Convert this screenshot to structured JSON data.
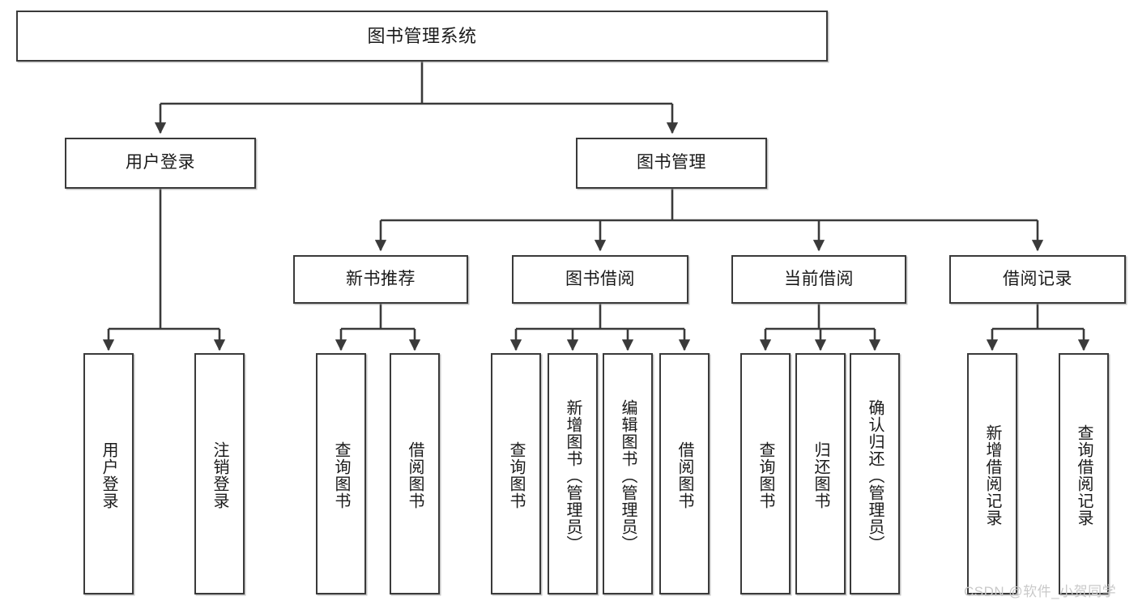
{
  "diagram": {
    "type": "tree",
    "title": "图书管理系统",
    "watermark": "CSDN @软件_小贺同学",
    "colors": {
      "stroke": "#3a3a3a",
      "fill": "#ffffff",
      "text": "#1a1a1a",
      "watermark": "#c9c9c9"
    },
    "nodes": {
      "root": {
        "label": "图书管理系统"
      },
      "level2": [
        {
          "id": "user-login",
          "label": "用户登录"
        },
        {
          "id": "book-manage",
          "label": "图书管理"
        }
      ],
      "level3": [
        {
          "id": "new-book-recommend",
          "label": "新书推荐"
        },
        {
          "id": "book-borrow",
          "label": "图书借阅"
        },
        {
          "id": "current-borrow",
          "label": "当前借阅"
        },
        {
          "id": "borrow-record",
          "label": "借阅记录"
        }
      ],
      "leaves": [
        {
          "id": "leaf-user-login",
          "label": "用户登录"
        },
        {
          "id": "leaf-logout-login",
          "label": "注销登录"
        },
        {
          "id": "leaf-query-book-1",
          "label": "查询图书"
        },
        {
          "id": "leaf-borrow-book-1",
          "label": "借阅图书"
        },
        {
          "id": "leaf-query-book-2",
          "label": "查询图书"
        },
        {
          "id": "leaf-add-book",
          "label": "新增图书（管理员）"
        },
        {
          "id": "leaf-edit-book",
          "label": "编辑图书（管理员）"
        },
        {
          "id": "leaf-borrow-book-2",
          "label": "借阅图书"
        },
        {
          "id": "leaf-query-book-3",
          "label": "查询图书"
        },
        {
          "id": "leaf-return-book",
          "label": "归还图书"
        },
        {
          "id": "leaf-confirm-return",
          "label": "确认归还（管理员）"
        },
        {
          "id": "leaf-add-record",
          "label": "新增借阅记录"
        },
        {
          "id": "leaf-query-record",
          "label": "查询借阅记录"
        }
      ]
    }
  }
}
